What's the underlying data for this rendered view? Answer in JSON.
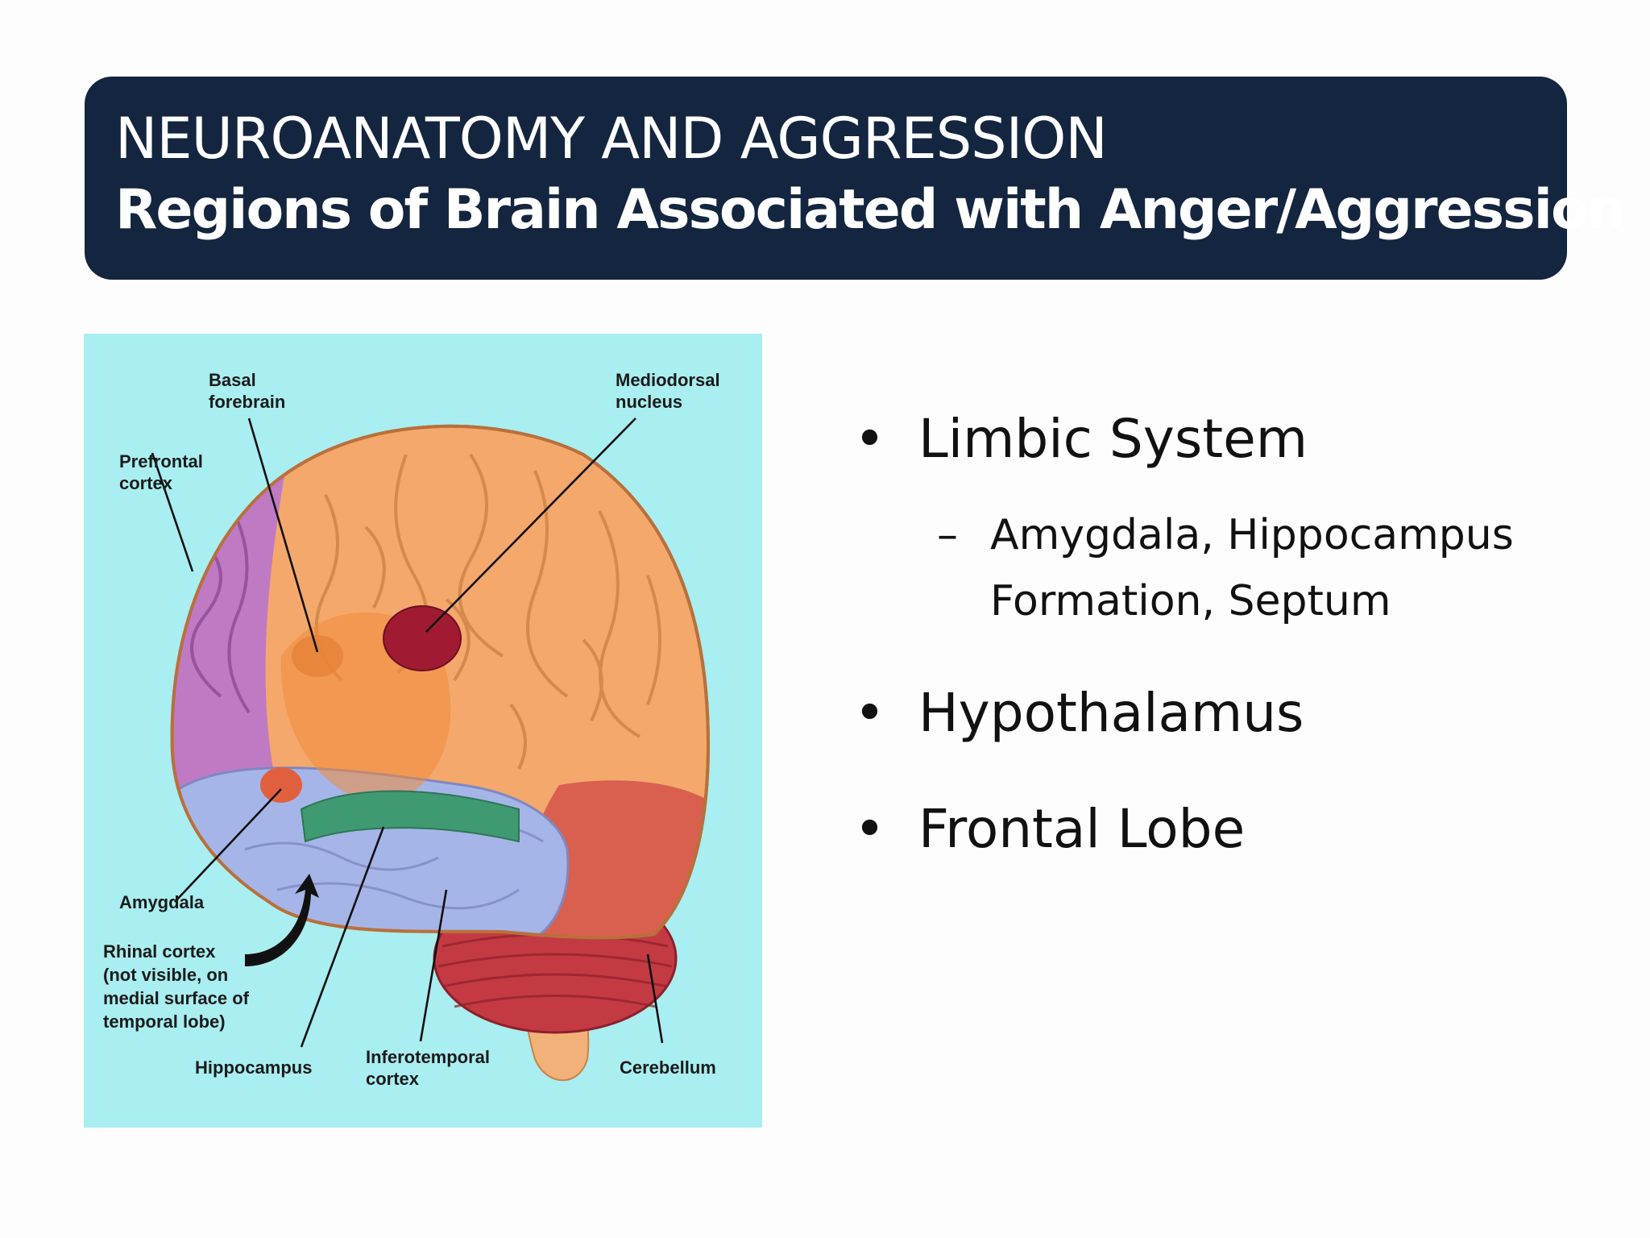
{
  "header": {
    "line1": "NEUROANATOMY AND AGGRESSION",
    "line2": "Regions of Brain Associated with Anger/Aggression"
  },
  "figure": {
    "labels": {
      "basal_forebrain": [
        "Basal",
        "forebrain"
      ],
      "mediodorsal_nucleus": [
        "Mediodorsal",
        "nucleus"
      ],
      "prefrontal_cortex": [
        "Prefrontal",
        "cortex"
      ],
      "amygdala": [
        "Amygdala"
      ],
      "rhinal_cortex": [
        "Rhinal cortex",
        "(not visible, on",
        "medial surface of",
        "temporal lobe)"
      ],
      "hippocampus": [
        "Hippocampus"
      ],
      "inferotemporal_cortex": [
        "Inferotemporal",
        "cortex"
      ],
      "cerebellum": [
        "Cerebellum"
      ]
    },
    "colors": {
      "background": "#a9eef0",
      "cortex": "#f4a86c",
      "prefrontal": "#c07ac3",
      "temporal": "#a6b5e8",
      "hippocampus": "#3f9a72",
      "posterior": "#d9604f",
      "cerebellum": "#c33a43",
      "mediodorsal": "#a01b32"
    }
  },
  "bullets": {
    "marker": "•",
    "sub_marker": "–",
    "items": [
      {
        "text": "Limbic System",
        "sub": [
          "Amygdala, Hippocampus",
          "Formation, Septum"
        ]
      },
      {
        "text": "Hypothalamus"
      },
      {
        "text": "Frontal Lobe"
      }
    ]
  }
}
